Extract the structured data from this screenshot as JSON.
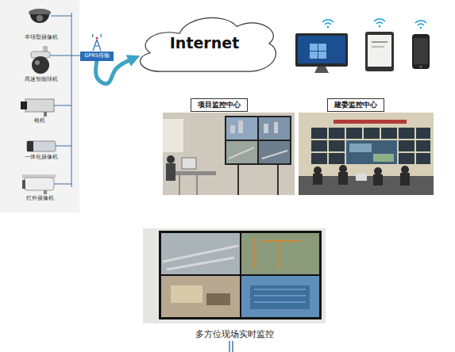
{
  "diagram": {
    "nodes": [
      {
        "text": [
          "GPRS传输"
        ]
      },
      {
        "text": [
          "Internet"
        ]
      },
      {
        "text": [
          "项目监控中心"
        ]
      },
      {
        "text": [
          "建委监控中心"
        ]
      },
      {
        "text": [
          "多方位现场实时监控"
        ]
      }
    ],
    "edges": [
      {
        "from": 0,
        "to": 1,
        "arrow": "to"
      }
    ],
    "labels": [
      "半球型摄像机",
      "高速智能球机",
      "枪机",
      "一体化摄像机",
      "红外摄像机"
    ]
  }
}
